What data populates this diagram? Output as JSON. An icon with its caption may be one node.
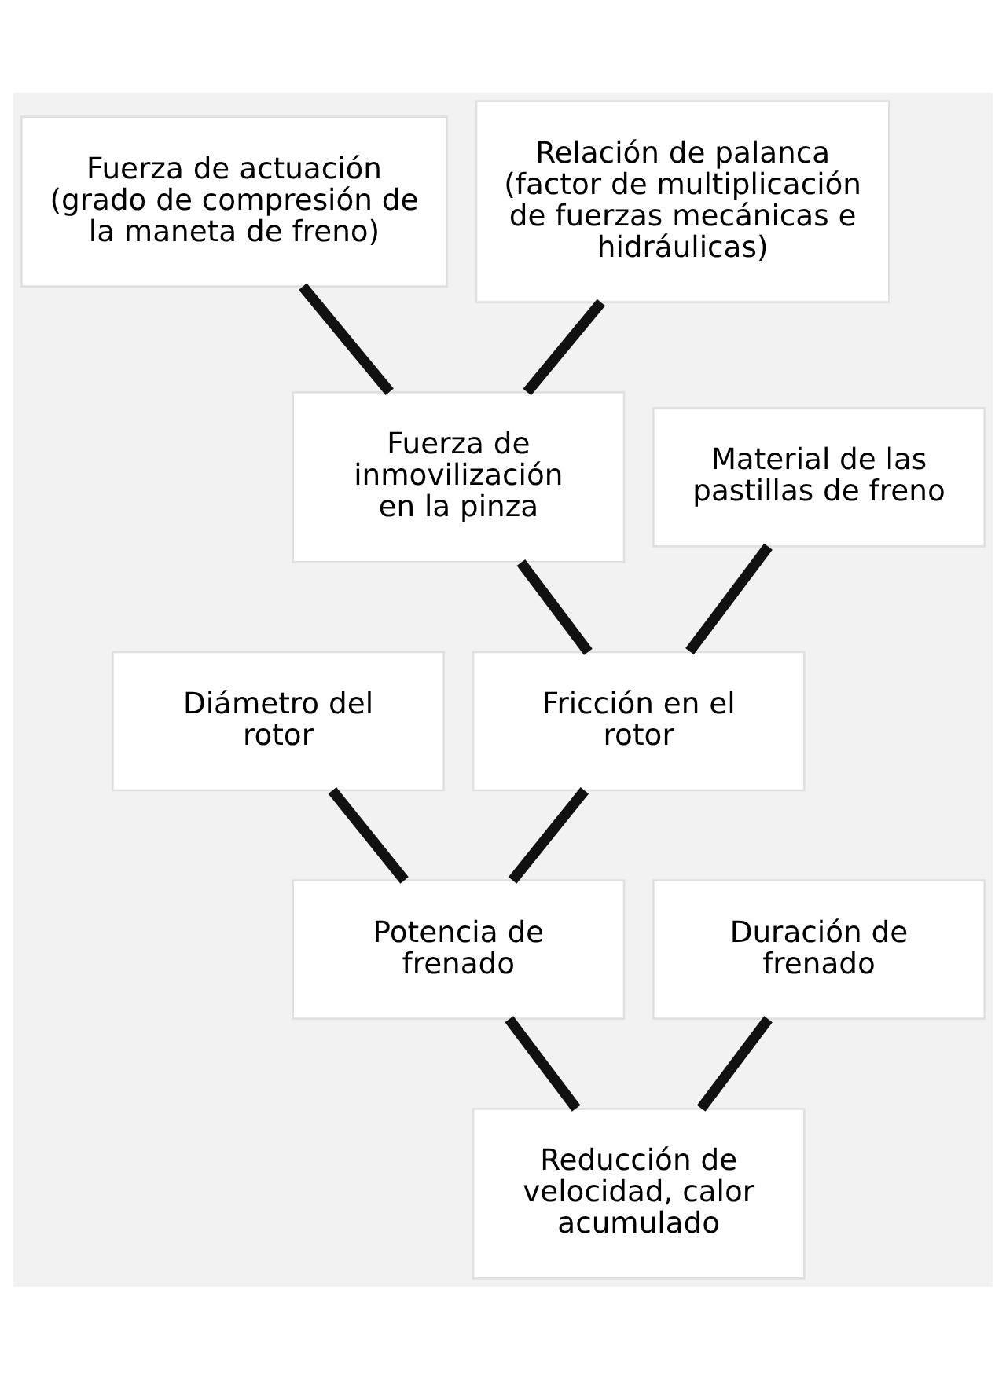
{
  "diagram": {
    "nodes": [
      {
        "text": [
          "Fuerza de actuación (grado de compresión de la maneta de freno)"
        ]
      },
      {
        "text": [
          "Relación de palanca (factor de multiplicación de fuerzas mecánicas e hidráulicas)"
        ]
      },
      {
        "text": [
          "Fuerza de inmovilización en la pinza"
        ]
      },
      {
        "text": [
          "Material de las pastillas de freno"
        ]
      },
      {
        "text": [
          "Diámetro del rotor"
        ]
      },
      {
        "text": [
          "Fricción en el rotor"
        ]
      },
      {
        "text": [
          "Potencia de frenado"
        ]
      },
      {
        "text": [
          "Duración de frenado"
        ]
      },
      {
        "text": [
          "Reducción de velocidad, calor acumulado"
        ]
      }
    ],
    "edges": [
      {
        "from": 0,
        "to": 2,
        "arrow": "none"
      },
      {
        "from": 1,
        "to": 2,
        "arrow": "none"
      },
      {
        "from": 2,
        "to": 5,
        "arrow": "none"
      },
      {
        "from": 3,
        "to": 5,
        "arrow": "none"
      },
      {
        "from": 4,
        "to": 6,
        "arrow": "none"
      },
      {
        "from": 5,
        "to": 6,
        "arrow": "none"
      },
      {
        "from": 6,
        "to": 8,
        "arrow": "none"
      },
      {
        "from": 7,
        "to": 8,
        "arrow": "none"
      }
    ]
  }
}
